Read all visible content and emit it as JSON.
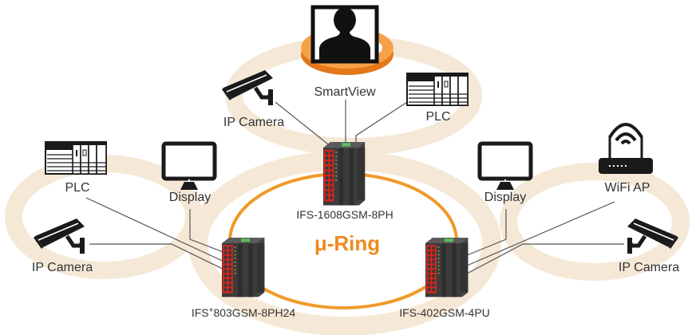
{
  "title": "μ-Ring",
  "colors": {
    "ring_main": "#f09a2a",
    "ring_soft": "#f5e8d6",
    "smartview_ring": "#f39433",
    "switch_body": "#4a4a4a",
    "switch_ports": "#d9251c",
    "line": "#555555",
    "icon": "#1a1a1a"
  },
  "switches": {
    "top": {
      "model": "IFS-1608GSM-8PH"
    },
    "left": {
      "model_prefix": "IFS",
      "model_sup": "+",
      "model_suffix": "803GSM-8PH24"
    },
    "right": {
      "model": "IFS-402GSM-4PU"
    }
  },
  "top_cluster": {
    "smartview": {
      "label": "SmartView",
      "icon": "monitor-user-icon"
    },
    "camera": {
      "label": "IP Camera",
      "icon": "security-camera-icon"
    },
    "plc": {
      "label": "PLC",
      "icon": "plc-rack-icon"
    }
  },
  "left_cluster": {
    "plc": {
      "label": "PLC",
      "icon": "plc-rack-icon"
    },
    "display": {
      "label": "Display",
      "icon": "monitor-icon"
    },
    "camera": {
      "label": "IP Camera",
      "icon": "security-camera-icon"
    }
  },
  "right_cluster": {
    "display": {
      "label": "Display",
      "icon": "monitor-icon"
    },
    "wifi": {
      "label": "WiFi AP",
      "icon": "wifi-router-icon"
    },
    "camera": {
      "label": "IP Camera",
      "icon": "security-camera-icon"
    }
  }
}
